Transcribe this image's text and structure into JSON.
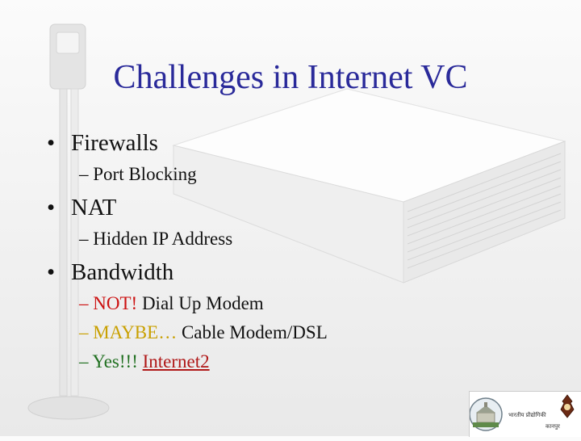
{
  "slide": {
    "title": "Challenges in Internet VC",
    "bullets": [
      {
        "label": "Firewalls",
        "subs": [
          "Port Blocking"
        ]
      },
      {
        "label": "NAT",
        "subs": [
          "Hidden IP Address"
        ]
      },
      {
        "label": "Bandwidth"
      }
    ],
    "bandwidth_items": [
      {
        "dash": "–",
        "highlight": "NOT!",
        "text": " Dial Up Modem"
      },
      {
        "dash": "–",
        "highlight": "MAYBE…",
        "text": " Cable Modem/DSL"
      },
      {
        "dash": "–",
        "highlight": "Yes!!!",
        "link": "Internet2"
      }
    ],
    "bullet_glyph": "•",
    "dash_glyph": "–"
  },
  "colors": {
    "title": "#2a2a9a",
    "not": "#cc1111",
    "maybe": "#c9a000",
    "yes": "#1f6f1f",
    "link": "#b01818"
  },
  "logos": [
    "institute-building-logo",
    "institute-emblem-logo"
  ]
}
